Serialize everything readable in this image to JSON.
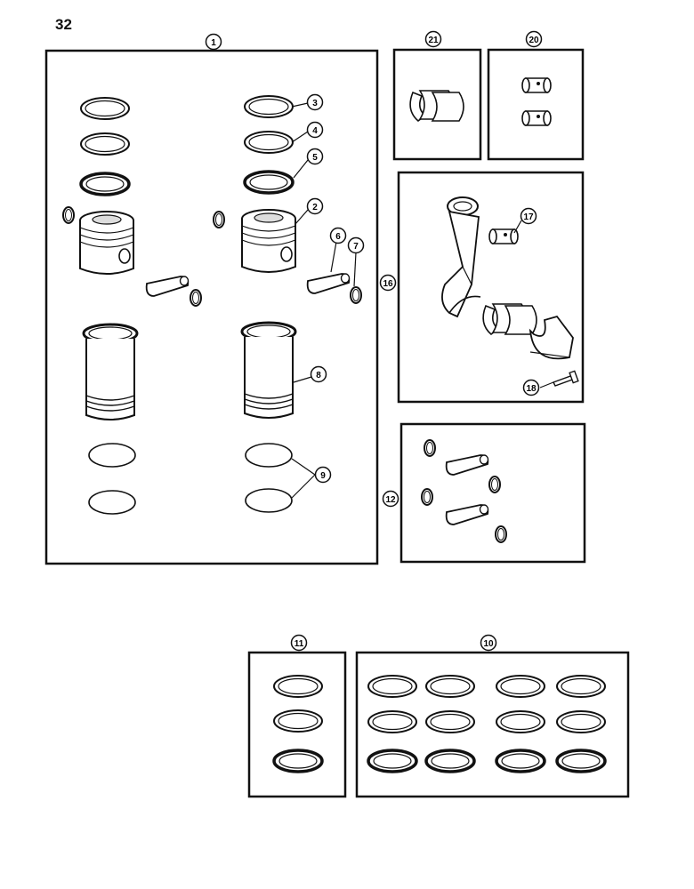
{
  "page": {
    "number": "32"
  },
  "callouts": {
    "c1": "1",
    "c2": "2",
    "c3": "3",
    "c4": "4",
    "c5": "5",
    "c6": "6",
    "c7": "7",
    "c8": "8",
    "c9": "9",
    "c10": "10",
    "c11": "11",
    "c12": "12",
    "c16": "16",
    "c17": "17",
    "c18": "18",
    "c20": "20",
    "c21": "21"
  },
  "colors": {
    "line": "#111111",
    "background": "#ffffff",
    "shade": "#cfcfcf"
  }
}
